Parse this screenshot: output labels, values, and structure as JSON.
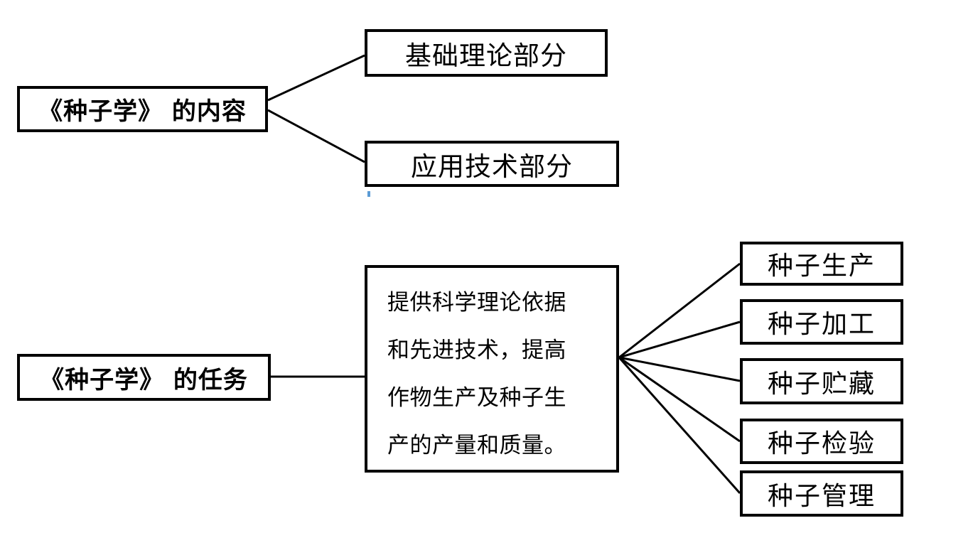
{
  "colors": {
    "line": "#000000",
    "border": "#000000",
    "background": "#ffffff",
    "cursor_mark": "#5B9BD5"
  },
  "top_section": {
    "root_label": "《种子学》 的内容",
    "children": [
      "基础理论部分",
      "应用技术部分"
    ]
  },
  "bottom_section": {
    "root_label": "《种子学》 的任务",
    "description": "提供科学理论依据和先进技术，提高作物生产及种子生产的产量和质量。",
    "children": [
      "种子生产",
      "种子加工",
      "种子贮藏",
      "种子检验",
      "种子管理"
    ]
  }
}
